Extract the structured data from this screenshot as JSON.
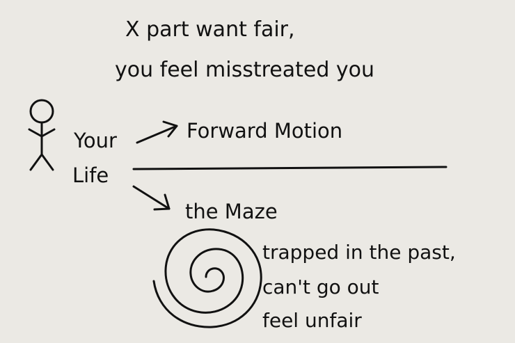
{
  "heading": {
    "line1": "X part want fair,",
    "line2": "you feel misstreated you"
  },
  "subject": {
    "line1": "Your",
    "line2": "Life"
  },
  "paths": {
    "forward": {
      "label": "Forward Motion"
    },
    "maze": {
      "label": "the Maze",
      "notes": [
        "trapped in the past,",
        "can't go out",
        "feel unfair"
      ]
    }
  },
  "icons": {
    "person": "stick-figure-icon",
    "spiral": "spiral-icon"
  },
  "colors": {
    "background": "#ebe9e4",
    "ink": "#111111"
  }
}
